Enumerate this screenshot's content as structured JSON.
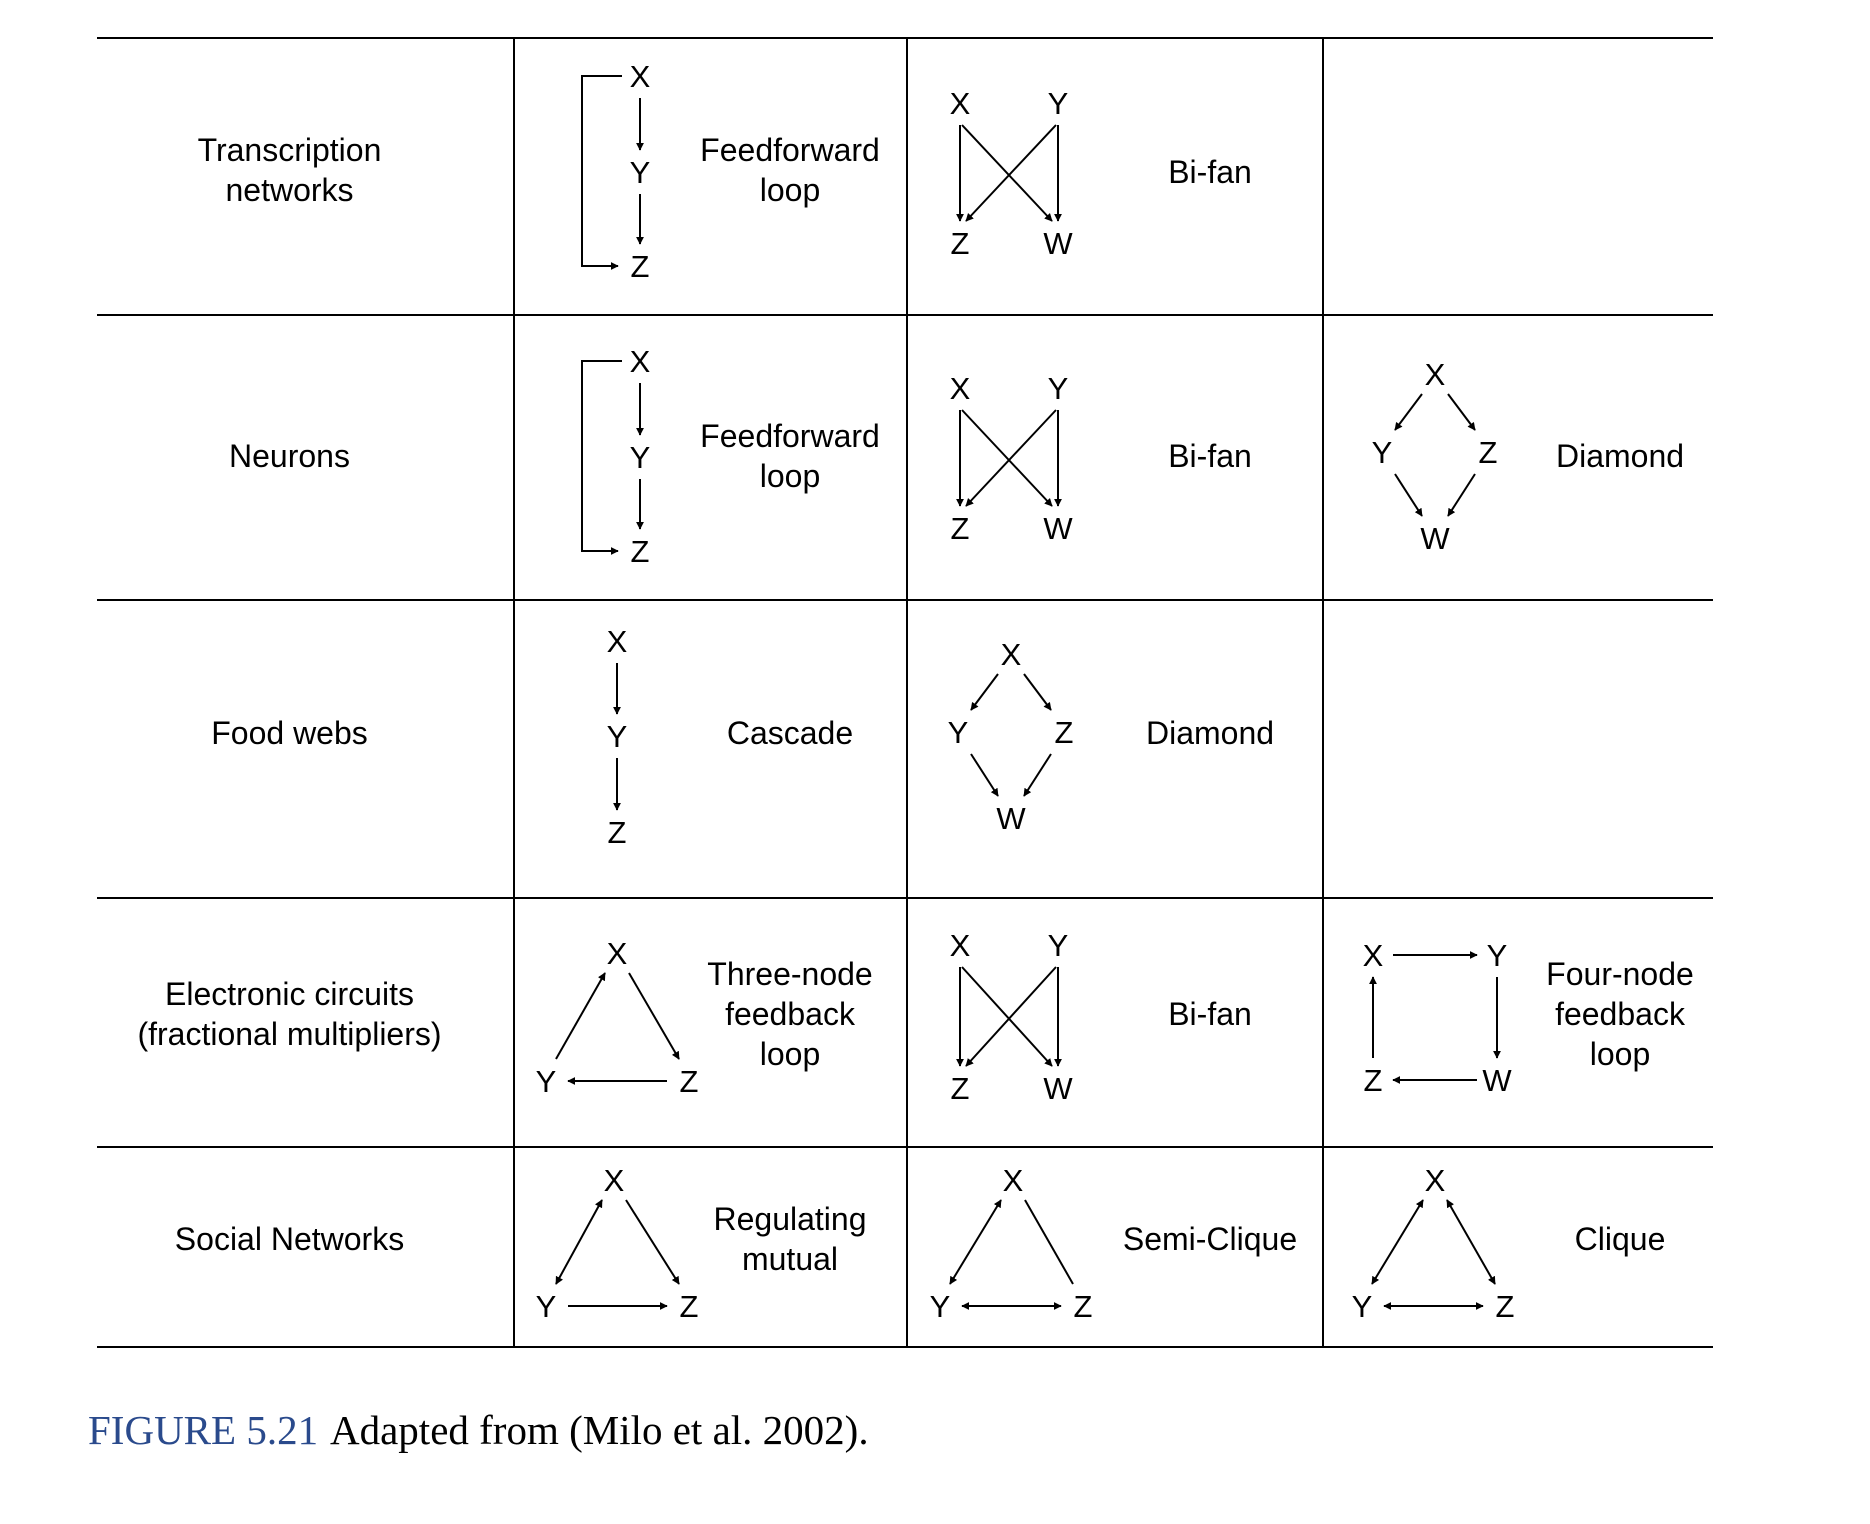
{
  "figure": {
    "rows": [
      {
        "domain": "Transcription\nnetworks",
        "motifs": [
          {
            "name": "Feedforward\nloop",
            "nodes": [
              "X",
              "Y",
              "Z"
            ]
          },
          {
            "name": "Bi-fan",
            "nodes": [
              "X",
              "Y",
              "Z",
              "W"
            ]
          }
        ]
      },
      {
        "domain": "Neurons",
        "motifs": [
          {
            "name": "Feedforward\nloop",
            "nodes": [
              "X",
              "Y",
              "Z"
            ]
          },
          {
            "name": "Bi-fan",
            "nodes": [
              "X",
              "Y",
              "Z",
              "W"
            ]
          },
          {
            "name": "Diamond",
            "nodes": [
              "X",
              "Y",
              "Z",
              "W"
            ]
          }
        ]
      },
      {
        "domain": "Food webs",
        "motifs": [
          {
            "name": "Cascade",
            "nodes": [
              "X",
              "Y",
              "Z"
            ]
          },
          {
            "name": "Diamond",
            "nodes": [
              "X",
              "Y",
              "Z",
              "W"
            ]
          }
        ]
      },
      {
        "domain": "Electronic circuits\n(fractional multipliers)",
        "motifs": [
          {
            "name": "Three-node\nfeedback\nloop",
            "nodes": [
              "X",
              "Y",
              "Z"
            ]
          },
          {
            "name": "Bi-fan",
            "nodes": [
              "X",
              "Y",
              "Z",
              "W"
            ]
          },
          {
            "name": "Four-node\nfeedback\nloop",
            "nodes": [
              "X",
              "Y",
              "Z",
              "W"
            ]
          }
        ]
      },
      {
        "domain": "Social Networks",
        "motifs": [
          {
            "name": "Regulating\nmutual",
            "nodes": [
              "X",
              "Y",
              "Z"
            ]
          },
          {
            "name": "Semi-Clique",
            "nodes": [
              "X",
              "Y",
              "Z"
            ]
          },
          {
            "name": "Clique",
            "nodes": [
              "X",
              "Y",
              "Z"
            ]
          }
        ]
      }
    ],
    "caption": {
      "number": "FIGURE 5.21",
      "text": "Adapted from (Milo et al. 2002).",
      "number_color": "#2a4a8c"
    }
  }
}
